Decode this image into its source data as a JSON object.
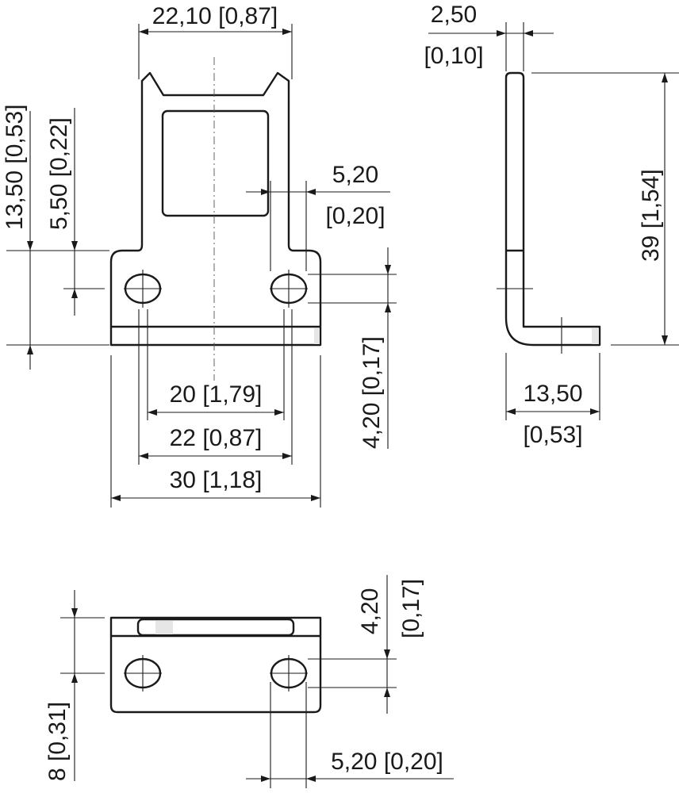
{
  "front_view": {
    "width_top": "22,10 [0,87]",
    "height_total": "13,50 [0,53]",
    "height_hole": "5,50 [0,22]",
    "offset_value": "5,20",
    "offset_inch": "[0,20]",
    "slot_length": "4,20 [0,17]",
    "hole_spacing_inner": "20 [1,79]",
    "hole_spacing_outer": "22 [0,87]",
    "width_total": "30 [1,18]"
  },
  "side_view": {
    "thickness_value": "2,50",
    "thickness_inch": "[0,10]",
    "height": "39 [1,54]",
    "foot_value": "13,50",
    "foot_inch": "[0,53]"
  },
  "bottom_view": {
    "slot_value": "4,20",
    "slot_inch": "[0,17]",
    "height": "8 [0,31]",
    "offset": "5,20 [0,20]"
  }
}
